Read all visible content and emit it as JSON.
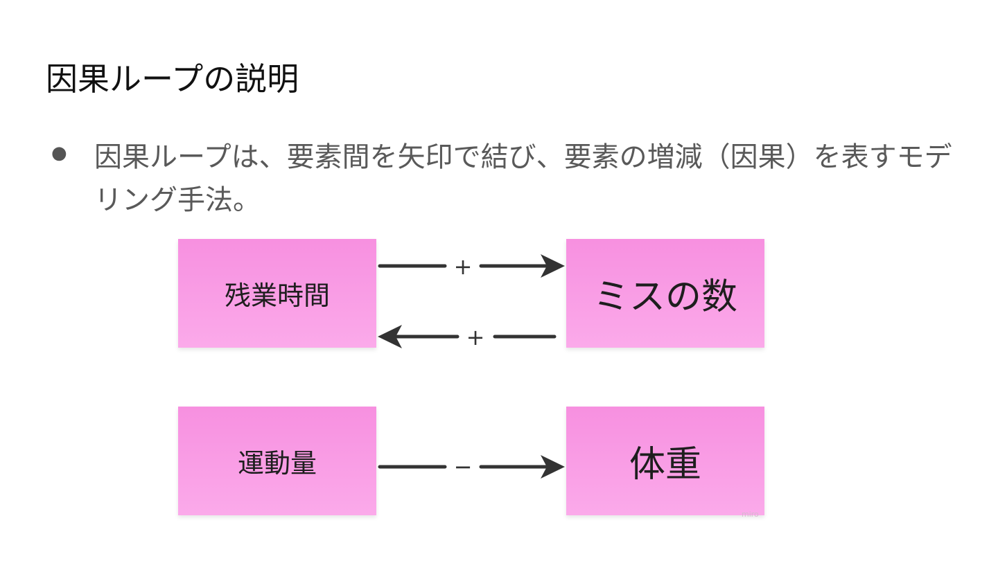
{
  "title": "因果ループの説明",
  "bullet": {
    "marker": "●",
    "text": "因果ループは、要素間を矢印で結び、要素の増減（因果）を表すモデリング手法。"
  },
  "diagram": {
    "notes": {
      "overtime": "残業時間",
      "mistakes": "ミスの数",
      "exercise": "運動量",
      "weight": "体重"
    },
    "links": [
      {
        "from": "残業時間",
        "to": "ミスの数",
        "sign": "+"
      },
      {
        "from": "ミスの数",
        "to": "残業時間",
        "sign": "+"
      },
      {
        "from": "運動量",
        "to": "体重",
        "sign": "−"
      }
    ],
    "arrow_color": "#333333",
    "note_color": "#f89ee6",
    "watermark": "miro"
  }
}
